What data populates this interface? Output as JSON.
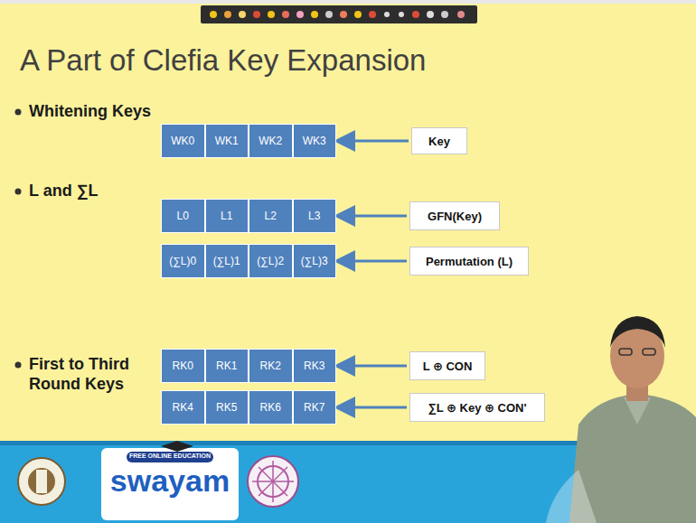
{
  "diagram": {
    "title": "A Part of Clefia Key Expansion",
    "nodes": [
      {
        "text": [
          "WK0"
        ]
      },
      {
        "text": [
          "WK1"
        ]
      },
      {
        "text": [
          "WK2"
        ]
      },
      {
        "text": [
          "WK3"
        ]
      },
      {
        "text": [
          "Key"
        ]
      },
      {
        "text": [
          "L0"
        ]
      },
      {
        "text": [
          "L1"
        ]
      },
      {
        "text": [
          "L2"
        ]
      },
      {
        "text": [
          "L3"
        ]
      },
      {
        "text": [
          "GFN(Key)"
        ]
      },
      {
        "text": [
          "(∑L)0"
        ]
      },
      {
        "text": [
          "(∑L)1"
        ]
      },
      {
        "text": [
          "(∑L)2"
        ]
      },
      {
        "text": [
          "(∑L)3"
        ]
      },
      {
        "text": [
          "Permutation (L)"
        ]
      },
      {
        "text": [
          "RK0"
        ]
      },
      {
        "text": [
          "RK1"
        ]
      },
      {
        "text": [
          "RK2"
        ]
      },
      {
        "text": [
          "RK3"
        ]
      },
      {
        "text": [
          "L ⊕ CON"
        ]
      },
      {
        "text": [
          "RK4"
        ]
      },
      {
        "text": [
          "RK5"
        ]
      },
      {
        "text": [
          "RK6"
        ]
      },
      {
        "text": [
          "RK7"
        ]
      },
      {
        "text": [
          "∑L ⊕ Key ⊕ CON'"
        ]
      }
    ],
    "edges": [
      {
        "from": 4,
        "to": 3,
        "arrow": "to"
      },
      {
        "from": 9,
        "to": 8,
        "arrow": "to"
      },
      {
        "from": 14,
        "to": 13,
        "arrow": "to"
      },
      {
        "from": 19,
        "to": 18,
        "arrow": "to"
      },
      {
        "from": 24,
        "to": 23,
        "arrow": "to"
      }
    ],
    "labels": [
      "Whitening Keys",
      "L and ∑L",
      "First to Third Round Keys",
      "FREE ONLINE EDUCATION",
      "swayam"
    ]
  }
}
